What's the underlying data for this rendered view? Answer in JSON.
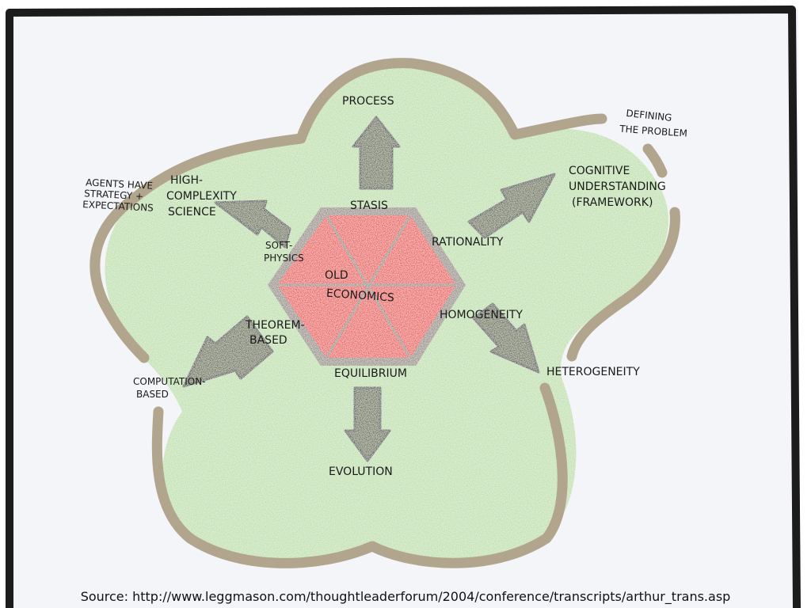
{
  "colors": {
    "paper": "#f4f5f8",
    "frame": "#1c1c1c",
    "blob_fill": "#a8d88a",
    "blob_outline": "#b2a58e",
    "arrow_fill": "#4b5a1e",
    "arrow_stroke": "#1f2610",
    "hexagon_fill": "#e8352a",
    "hexagon_outline": "#8a7f74"
  },
  "center": {
    "line1": "OLD",
    "line2": "ECONOMICS"
  },
  "hexagon_labels": {
    "top": "STASIS",
    "top_right": "RATIONALITY",
    "bottom_right": "HOMOGENEITY",
    "bottom": "EQUILIBRIUM",
    "bottom_left_1": "THEOREM-",
    "bottom_left_2": "BASED",
    "top_left_1": "SOFT-",
    "top_left_2": "PHYSICS"
  },
  "outer_labels": {
    "up": "PROCESS",
    "upper_right_1": "COGNITIVE",
    "upper_right_2": "UNDERSTANDING",
    "upper_right_3": "(FRAMEWORK)",
    "lower_right": "HETEROGENEITY",
    "down": "EVOLUTION",
    "lower_left_1": "COMPUTATION-",
    "lower_left_2": "BASED",
    "upper_left_1": "HIGH-",
    "upper_left_2": "COMPLEXITY",
    "upper_left_3": "SCIENCE"
  },
  "annotations": {
    "defining_1": "DEFINING",
    "defining_2": "THE PROBLEM",
    "agents_1": "AGENTS HAVE",
    "agents_2": "STRATEGY +",
    "agents_3": "EXPECTATIONS"
  },
  "source": "Source: http://www.leggmason.com/thoughtleaderforum/2004/conference/transcripts/arthur_trans.asp",
  "icons": {
    "arrows": "arrow-icon",
    "hexagon": "hexagon-icon"
  }
}
